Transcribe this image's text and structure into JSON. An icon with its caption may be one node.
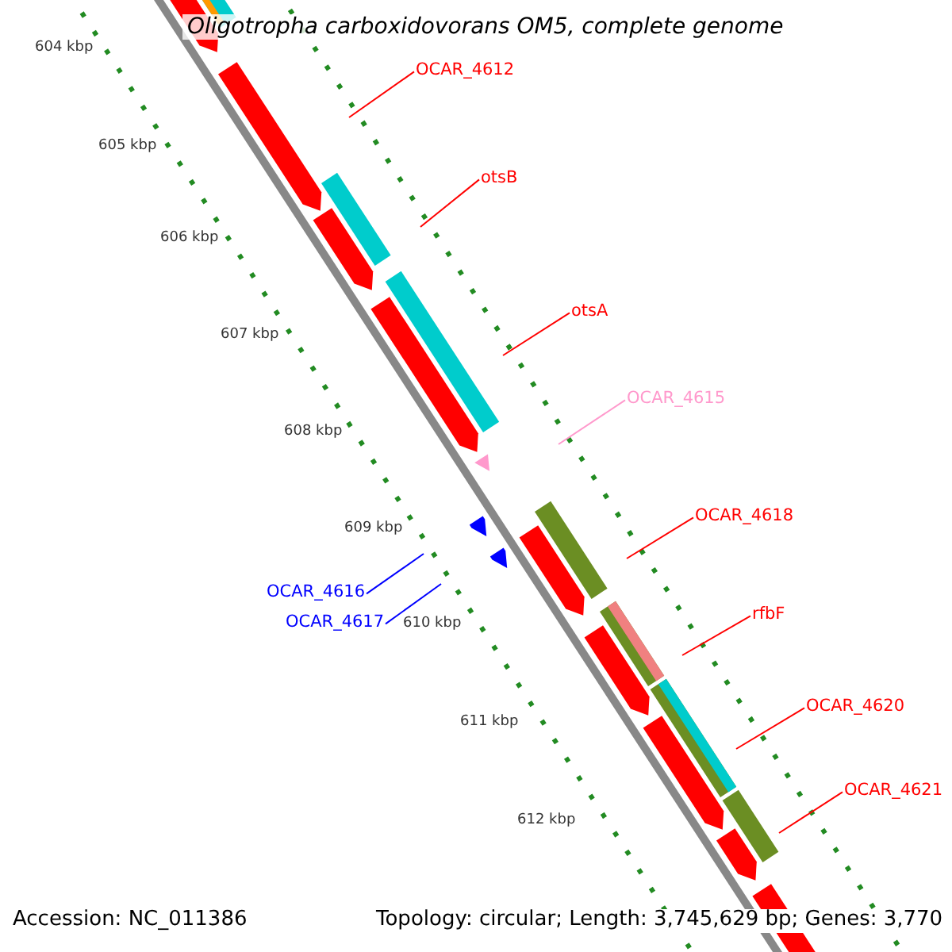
{
  "diagram": {
    "title": "Oligotropha carboxidovorans OM5, complete genome",
    "nodes": [
      {
        "text": [
          "OCAR_4612"
        ]
      },
      {
        "text": [
          "otsB"
        ]
      },
      {
        "text": [
          "otsA"
        ]
      },
      {
        "text": [
          "OCAR_4615"
        ]
      },
      {
        "text": [
          "OCAR_4618"
        ]
      },
      {
        "text": [
          "OCAR_4616"
        ]
      },
      {
        "text": [
          "OCAR_4617"
        ]
      },
      {
        "text": [
          "rfbF"
        ]
      },
      {
        "text": [
          "OCAR_4620"
        ]
      },
      {
        "text": [
          "OCAR_4621"
        ]
      }
    ],
    "edges": [
      {
        "from": 0,
        "to": null,
        "arrow": "none"
      },
      {
        "from": 1,
        "to": null,
        "arrow": "none"
      },
      {
        "from": 2,
        "to": null,
        "arrow": "none"
      },
      {
        "from": 3,
        "to": null,
        "arrow": "none",
        "color": "#ff99cc"
      },
      {
        "from": 4,
        "to": null,
        "arrow": "none"
      },
      {
        "from": 5,
        "to": null,
        "arrow": "none",
        "color": "#0000ff"
      },
      {
        "from": 6,
        "to": null,
        "arrow": "none",
        "color": "#0000ff"
      },
      {
        "from": 7,
        "to": null,
        "arrow": "none"
      },
      {
        "from": 8,
        "to": null,
        "arrow": "none"
      },
      {
        "from": 9,
        "to": null,
        "arrow": "none"
      }
    ],
    "labels": [
      "604 kbp",
      "605 kbp",
      "606 kbp",
      "607 kbp",
      "608 kbp",
      "609 kbp",
      "610 kbp",
      "611 kbp",
      "612 kbp",
      "Accession: NC_011386",
      "Topology: circular; Length: 3,745,629 bp; Genes: 3,770"
    ]
  }
}
